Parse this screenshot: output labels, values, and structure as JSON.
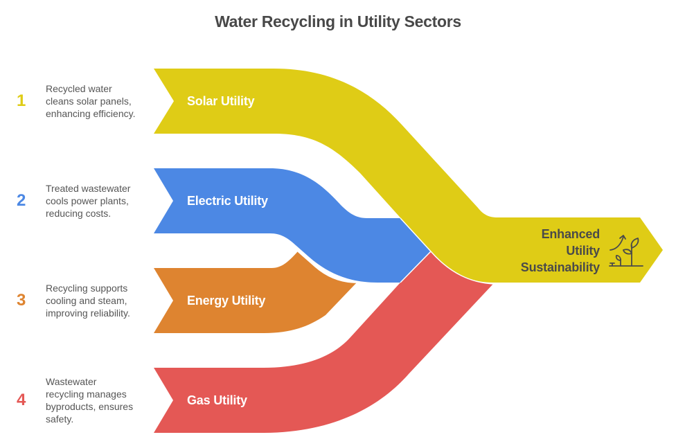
{
  "title": "Water Recycling in Utility Sectors",
  "colors": {
    "solar": "#DFCC16",
    "electric": "#4C88E4",
    "energy": "#DE8430",
    "gas": "#E45855",
    "text_dark": "#4a4a4a",
    "text_body": "#555555"
  },
  "flows": [
    {
      "number": "1",
      "label": "Solar Utility",
      "description": [
        "Recycled water",
        "cleans solar panels,",
        "enhancing efficiency."
      ],
      "color": "#DFCC16"
    },
    {
      "number": "2",
      "label": "Electric Utility",
      "description": [
        "Treated wastewater",
        "cools power plants,",
        "reducing costs."
      ],
      "color": "#4C88E4"
    },
    {
      "number": "3",
      "label": "Energy Utility",
      "description": [
        "Recycling supports",
        "cooling and steam,",
        "improving reliability."
      ],
      "color": "#DE8430"
    },
    {
      "number": "4",
      "label": "Gas Utility",
      "description": [
        "Wastewater",
        "recycling manages",
        "byproducts, ensures",
        "safety."
      ],
      "color": "#E45855"
    }
  ],
  "outcome": {
    "lines": [
      "Enhanced",
      "Utility",
      "Sustainability"
    ],
    "icon": "plant-growth-icon"
  }
}
